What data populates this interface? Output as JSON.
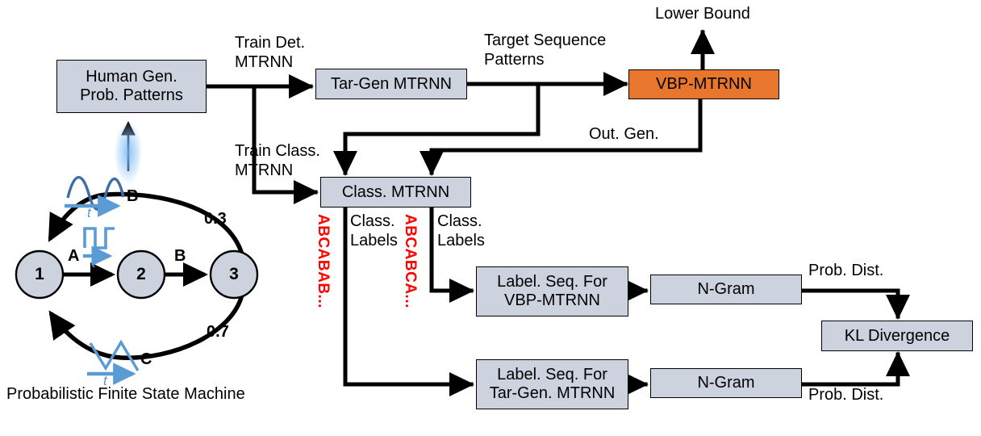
{
  "diagram": {
    "title": "MTRNN evaluation pipeline with probabilistic finite state machine",
    "colors": {
      "box_fill": "#ccd3de",
      "box_stroke": "#000000",
      "highlight_fill": "#e8762c",
      "sequence_text": "#ff0000",
      "wave_dark_blue": "#3d6fa5",
      "wave_light_blue": "#5b9bd5"
    }
  },
  "nodes": [
    {
      "id": "human-gen",
      "label": "Human Gen.\nProb. Patterns",
      "style": "grey"
    },
    {
      "id": "tar-gen-mtrnn",
      "label": "Tar-Gen MTRNN",
      "style": "grey"
    },
    {
      "id": "vbp-mtrnn",
      "label": "VBP-MTRNN",
      "style": "orange"
    },
    {
      "id": "class-mtrnn",
      "label": "Class. MTRNN",
      "style": "grey"
    },
    {
      "id": "label-seq-vbp",
      "label": "Label. Seq. For\nVBP-MTRNN",
      "style": "grey"
    },
    {
      "id": "label-seq-tar",
      "label": "Label. Seq. For\nTar-Gen. MTRNN",
      "style": "grey"
    },
    {
      "id": "ngram-top",
      "label": "N-Gram",
      "style": "grey"
    },
    {
      "id": "ngram-bottom",
      "label": "N-Gram",
      "style": "grey"
    },
    {
      "id": "kl-divergence",
      "label": "KL Divergence",
      "style": "grey"
    }
  ],
  "edge_labels": [
    {
      "id": "train-det",
      "text": "Train Det.\nMTRNN"
    },
    {
      "id": "train-class",
      "text": "Train Class.\nMTRNN"
    },
    {
      "id": "target-seq",
      "text": "Target Sequence\nPatterns"
    },
    {
      "id": "lower-bound",
      "text": "Lower Bound"
    },
    {
      "id": "out-gen",
      "text": "Out. Gen."
    },
    {
      "id": "class-labels-left",
      "text": "Class.\nLabels"
    },
    {
      "id": "class-labels-right",
      "text": "Class.\nLabels"
    },
    {
      "id": "prob-dist-top",
      "text": "Prob. Dist."
    },
    {
      "id": "prob-dist-bottom",
      "text": "Prob. Dist."
    }
  ],
  "sequences": [
    {
      "id": "seq-left",
      "text": "ABCABAB..."
    },
    {
      "id": "seq-right",
      "text": "ABCABCA..."
    }
  ],
  "fsm": {
    "caption": "Probabilistic Finite State Machine",
    "states": [
      {
        "id": "state-1",
        "label": "1"
      },
      {
        "id": "state-2",
        "label": "2"
      },
      {
        "id": "state-3",
        "label": "3"
      }
    ],
    "transitions": [
      {
        "id": "t-1-2",
        "symbol": "A",
        "probability": ""
      },
      {
        "id": "t-2-3",
        "symbol": "B",
        "probability": ""
      },
      {
        "id": "t-3-1-top",
        "symbol": "B",
        "probability": "0.3"
      },
      {
        "id": "t-3-1-bottom",
        "symbol": "C",
        "probability": "0.7"
      }
    ],
    "waveforms": [
      {
        "id": "wave-sine",
        "symbol": "B",
        "axis_label": "t",
        "shape": "sine"
      },
      {
        "id": "wave-square",
        "symbol": "A",
        "axis_label": "t",
        "shape": "square"
      },
      {
        "id": "wave-triangle",
        "symbol": "C",
        "axis_label": "t",
        "shape": "triangle"
      }
    ]
  }
}
